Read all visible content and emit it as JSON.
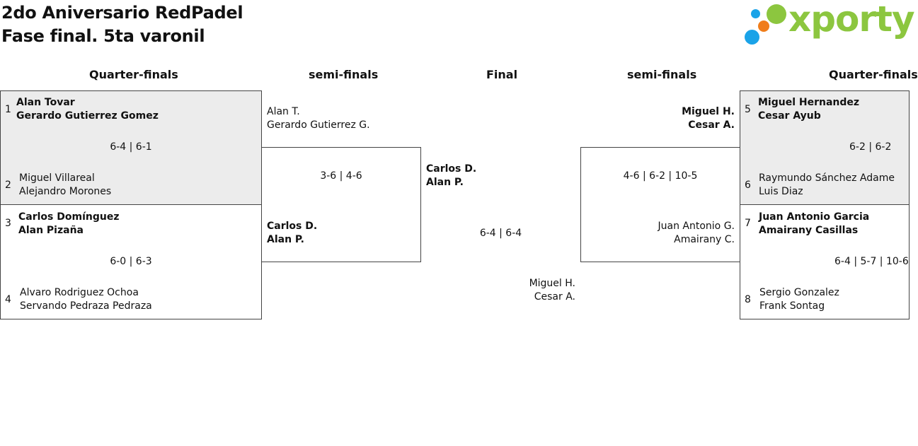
{
  "header": {
    "title_line1": "2do Aniversario RedPadel",
    "title_line2": "Fase final. 5ta varonil",
    "logo_text": "xporty",
    "logo_icon": "four-dots-icon"
  },
  "rounds": {
    "left_qf": "Quarter-finals",
    "left_sf": "semi-finals",
    "final": "Final",
    "right_sf": "semi-finals",
    "right_qf": "Quarter-finals"
  },
  "quarter_finals": [
    {
      "seed_a": "1",
      "team_a": [
        "Alan Tovar",
        "Gerardo Gutierrez Gomez"
      ],
      "seed_b": "2",
      "team_b": [
        "Miguel Villareal",
        "Alejandro Morones"
      ],
      "score": "6-4 | 6-1",
      "winner": "a"
    },
    {
      "seed_a": "3",
      "team_a": [
        "Carlos Domínguez",
        "Alan Pizaña"
      ],
      "seed_b": "4",
      "team_b": [
        "Alvaro Rodriguez Ochoa",
        "Servando Pedraza Pedraza"
      ],
      "score": "6-0 | 6-3",
      "winner": "a"
    },
    {
      "seed_a": "5",
      "team_a": [
        "Miguel Hernandez",
        "Cesar Ayub"
      ],
      "seed_b": "6",
      "team_b": [
        "Raymundo Sánchez Adame",
        "Luis Diaz"
      ],
      "score": "6-2 | 6-2",
      "winner": "a"
    },
    {
      "seed_a": "7",
      "team_a": [
        "Juan Antonio Garcia",
        "Amairany Casillas"
      ],
      "seed_b": "8",
      "team_b": [
        "Sergio Gonzalez",
        "Frank Sontag"
      ],
      "score": "6-4 | 5-7 | 10-6",
      "winner": "a"
    }
  ],
  "semi_finals": [
    {
      "team_a": [
        "Alan T.",
        "Gerardo Gutierrez G."
      ],
      "team_b": [
        "Carlos D.",
        "Alan P."
      ],
      "score": "3-6 | 4-6",
      "winner": "b"
    },
    {
      "team_a": [
        "Miguel H.",
        "Cesar A."
      ],
      "team_b": [
        "Juan Antonio G.",
        "Amairany C."
      ],
      "score": "4-6 | 6-2 | 10-5",
      "winner": "a"
    }
  ],
  "final": {
    "team_a": [
      "Carlos D.",
      "Alan P."
    ],
    "team_b": [
      "Miguel H.",
      "Cesar A."
    ],
    "score": "6-4 | 6-4",
    "winner": "a"
  },
  "colors": {
    "logo_green": "#8cc63f",
    "dot_blue": "#1aa3e8",
    "dot_orange": "#f07d1a",
    "box_shade": "#ececec"
  }
}
